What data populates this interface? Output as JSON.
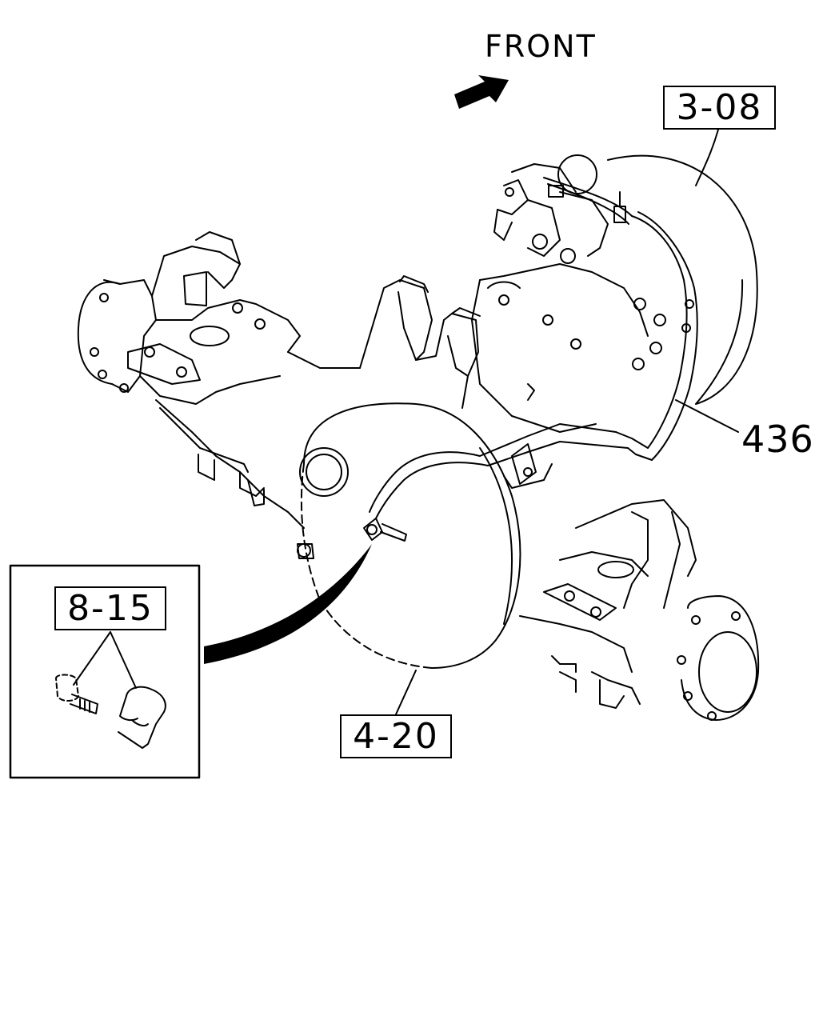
{
  "direction": {
    "label": "FRONT"
  },
  "callouts": {
    "housing_ref": "3-08",
    "pipe_part": "436",
    "detail_ref": "8-15",
    "axle_ref": "4-20"
  },
  "colors": {
    "line": "#000000",
    "background": "#ffffff"
  }
}
